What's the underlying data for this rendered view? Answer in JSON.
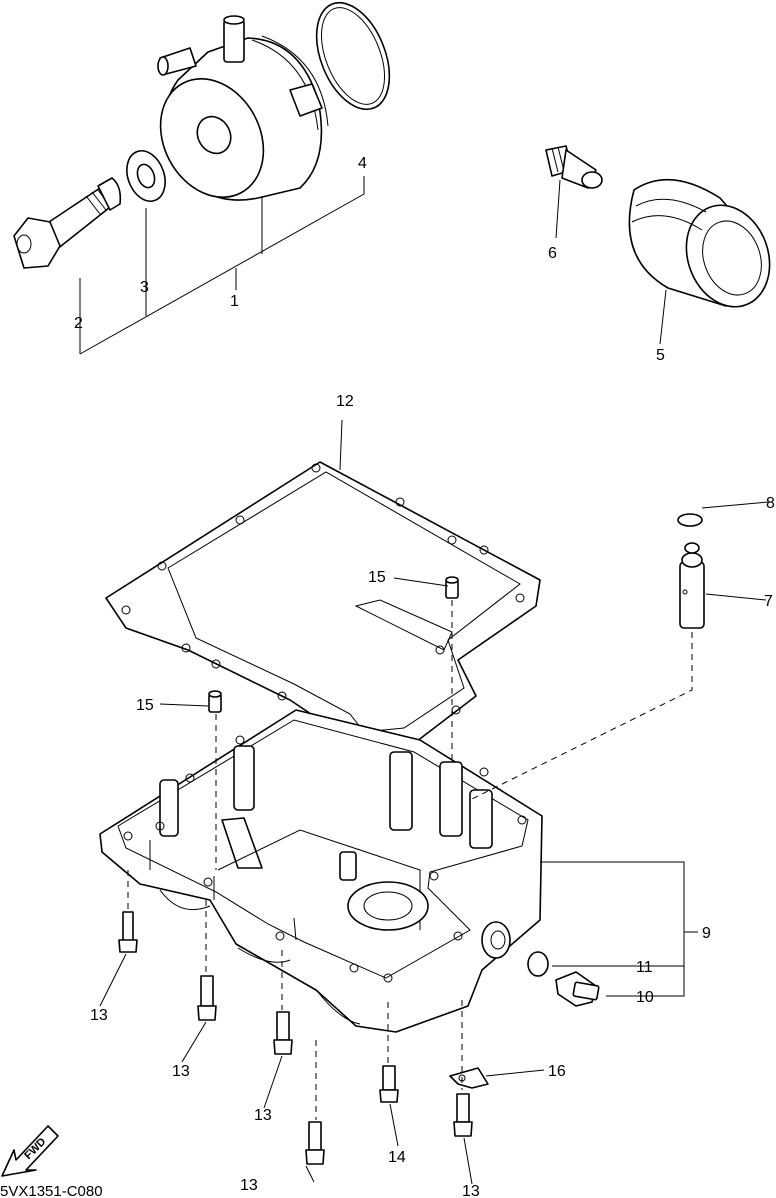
{
  "diagram": {
    "part_numbers": {
      "p1": "1",
      "p2": "2",
      "p3": "3",
      "p4": "4",
      "p5": "5",
      "p6": "6",
      "p7": "7",
      "p8": "8",
      "p9": "9",
      "p10": "10",
      "p11": "11",
      "p12": "12",
      "p13": "13",
      "p14": "14",
      "p15": "15",
      "p16": "16"
    },
    "fwd_label": "FWD",
    "drawing_code": "5VX1351-C080"
  }
}
